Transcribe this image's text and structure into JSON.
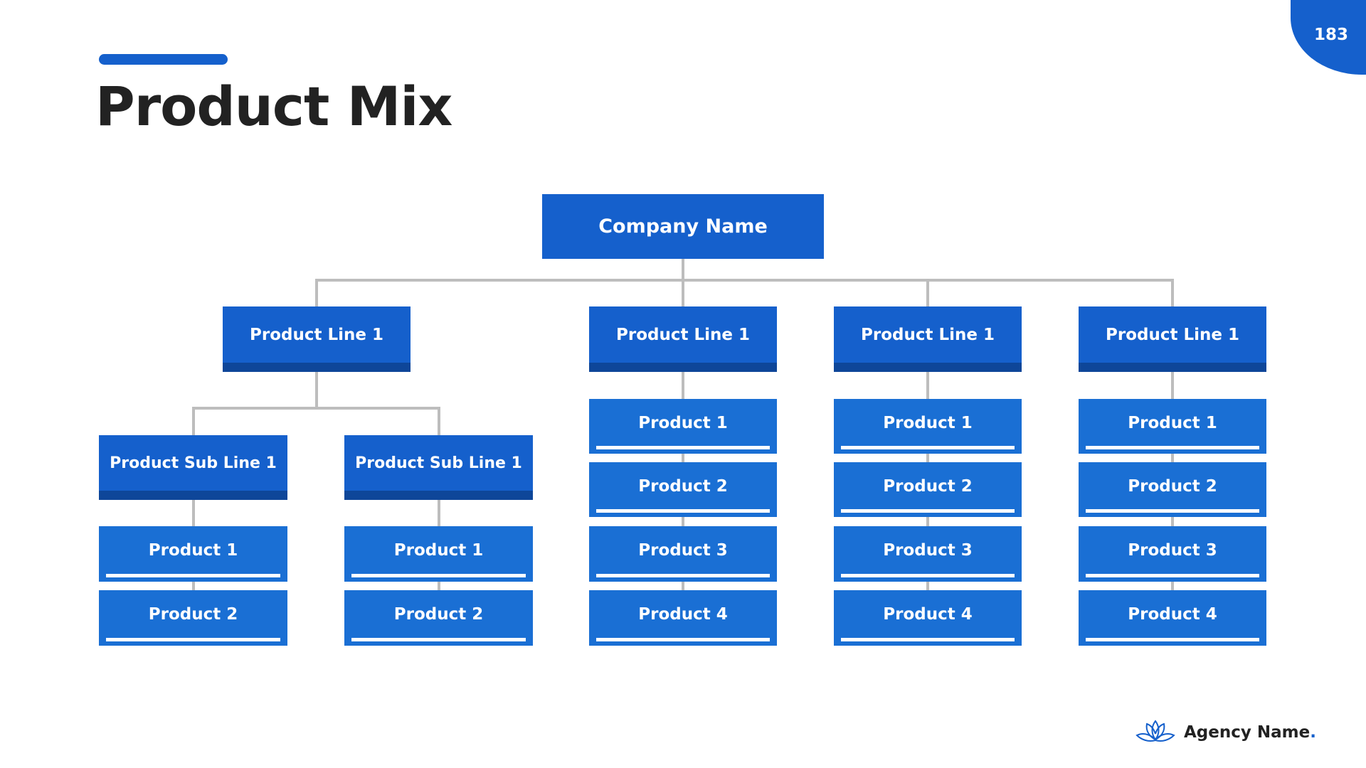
{
  "slide": {
    "title": "Product Mix",
    "page_number": "183",
    "accent_color": "#1560cc"
  },
  "org_chart": {
    "root": "Company Name",
    "lines": [
      {
        "label": "Product Line 1",
        "sub_lines": [
          {
            "label": "Product Sub Line 1",
            "products": [
              "Product 1",
              "Product 2"
            ]
          },
          {
            "label": "Product Sub Line 1",
            "products": [
              "Product 1",
              "Product 2"
            ]
          }
        ]
      },
      {
        "label": "Product Line 1",
        "products": [
          "Product 1",
          "Product 2",
          "Product 3",
          "Product 4"
        ]
      },
      {
        "label": "Product Line 1",
        "products": [
          "Product 1",
          "Product 2",
          "Product 3",
          "Product 4"
        ]
      },
      {
        "label": "Product Line 1",
        "products": [
          "Product 1",
          "Product 2",
          "Product 3",
          "Product 4"
        ]
      }
    ]
  },
  "footer": {
    "logo_icon": "lotus-icon",
    "agency_name": "Agency Name",
    "agency_dot": "."
  }
}
